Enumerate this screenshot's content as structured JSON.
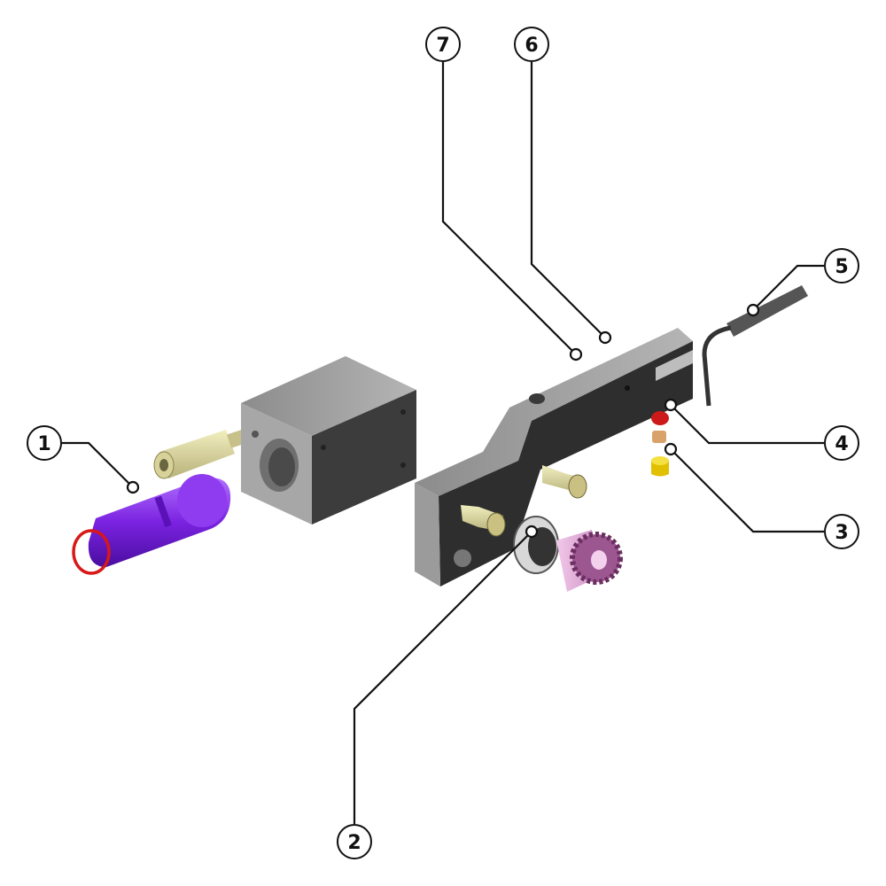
{
  "diagram": {
    "type": "exploded-assembly-view",
    "callouts": [
      {
        "number": "1",
        "part_color": "#8a2be2"
      },
      {
        "number": "2",
        "part_color": "#e8b4d8"
      },
      {
        "number": "3",
        "part_color": "#e8c840"
      },
      {
        "number": "4",
        "part_color": "#cc1a1a"
      },
      {
        "number": "5",
        "part_color": "#555555"
      },
      {
        "number": "6",
        "part_color": "#333333"
      },
      {
        "number": "7",
        "part_color": "#999999"
      }
    ]
  }
}
